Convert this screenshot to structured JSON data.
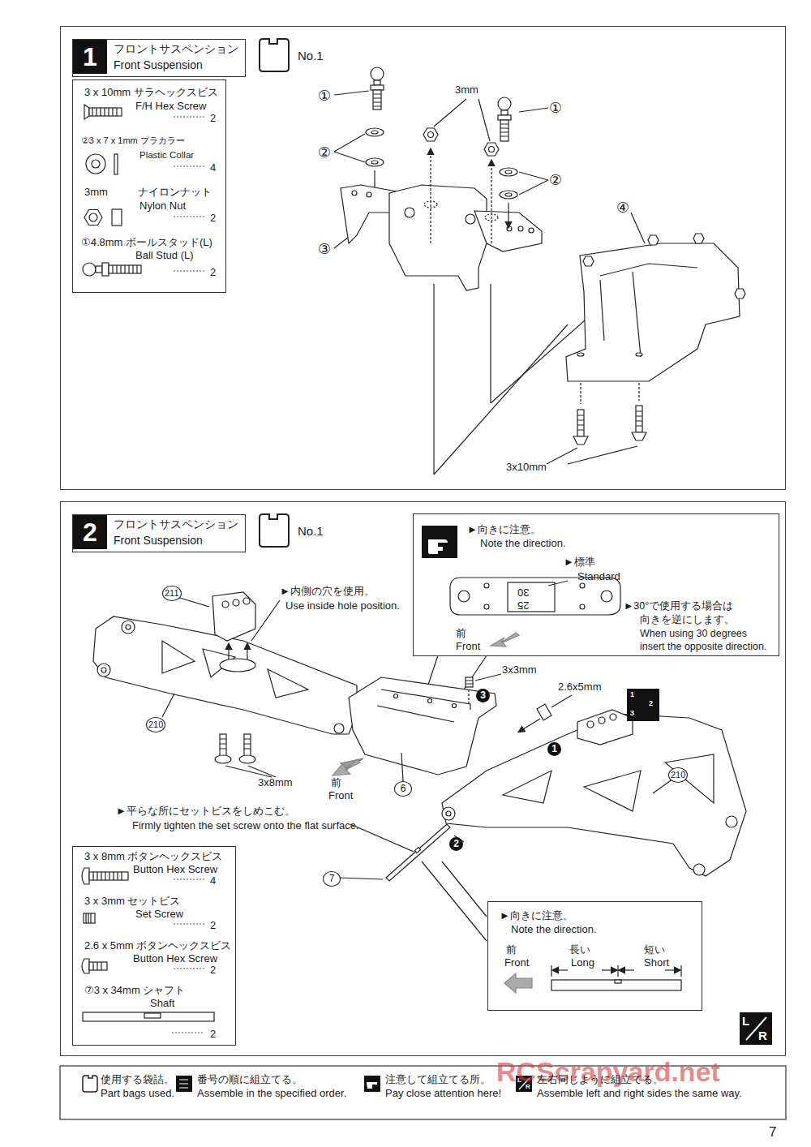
{
  "diagram": {
    "nodes": [
      {
        "text": [
          "No.1"
        ]
      },
      {
        "text": [
          "1",
          "フロントサスペンション",
          "Front Suspension"
        ],
        "in": 0
      },
      {
        "text": [
          "3 x 10mm サラヘックスビス",
          "F/H Hex Screw",
          "2",
          "②3 x 7 x 1mm プラカラー",
          "Plastic Collar",
          "4",
          "3mm",
          "ナイロンナット",
          "Nylon Nut",
          "2",
          "①4.8mm ボールスタッド(L)",
          "Ball Stud (L)",
          "2"
        ],
        "in": 0
      },
      {
        "text": [
          "No.1"
        ]
      },
      {
        "text": [
          "2",
          "フロントサスペンション",
          "Front Suspension"
        ],
        "in": 3
      },
      {
        "text": [
          "►向きに注意。",
          "Note the direction.",
          "►標準",
          "Standard",
          "30",
          "25",
          "前",
          "Front",
          "►30°で使用する場合は",
          "向きを逆にします。",
          "When using 30 degrees",
          "insert the opposite direction."
        ],
        "in": 3
      },
      {
        "text": [
          "3 x 8mm ボタンヘックスビス",
          "Button Hex Screw",
          "4",
          "3 x 3mm セットビス",
          "Set Screw",
          "2",
          "2.6 x 5mm ボタンヘックスビス",
          "Button Hex Screw",
          "2",
          "⑦3 x 34mm シャフト",
          "Shaft",
          "2"
        ],
        "in": 3
      },
      {
        "text": [
          "►向きに注意。",
          "Note the direction.",
          "前",
          "Front",
          "長い",
          "Long",
          "短い",
          "Short"
        ],
        "in": 3
      }
    ],
    "labels": [
      "①",
      "3mm",
      "①",
      "②",
      "②",
      "④",
      "③",
      "3x10mm",
      "211",
      "►内側の穴を使用。",
      "Use inside hole position.",
      "210",
      "3x8mm",
      "前",
      "Front",
      "6",
      "►平らな所にセットビスをしめこむ。",
      "Firmly tighten the set screw onto the flat surface.",
      "7",
      "3x3mm",
      "3",
      "2.6x5mm",
      "1",
      "2",
      "210",
      "1",
      "2",
      "3",
      "L",
      "R",
      "7",
      "RCScrapyard.net",
      "L",
      "R"
    ],
    "legend": [
      {
        "text": "使用する袋詰。"
      },
      {
        "text": "Part bags used."
      },
      {
        "text": "番号の順に組立てる。"
      },
      {
        "text": "Assemble in the specified order."
      },
      {
        "text": "注意して組立てる所。"
      },
      {
        "text": "Pay close attention here!"
      },
      {
        "text": "左右同じように組立てる。"
      },
      {
        "text": "Assemble left and right sides the same way."
      }
    ]
  }
}
